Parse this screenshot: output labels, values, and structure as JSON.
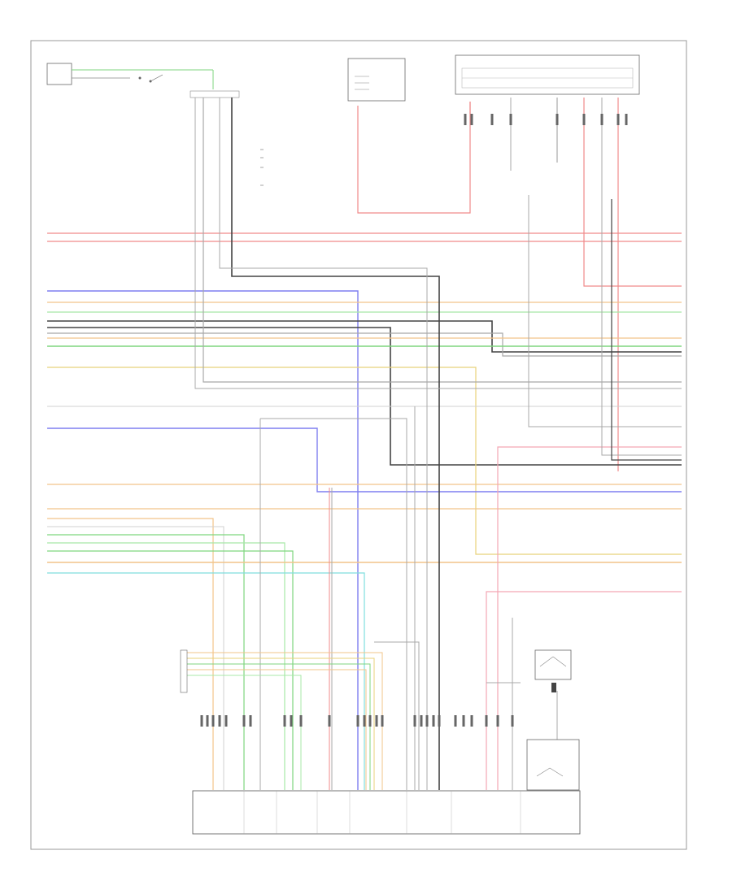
{
  "footer": {
    "module_title": "",
    "module_subtitle": "",
    "sheet_code": ""
  },
  "colors": {
    "red": "#f08a8a",
    "pink": "#f4a6b4",
    "orange": "#f2c48a",
    "yellow": "#e8d27a",
    "green": "#7fd67f",
    "light_green": "#a8e8a8",
    "blue": "#7f7ff0",
    "light_blue": "#a7c5f2",
    "cyan": "#7fdede",
    "black": "#444444",
    "gray": "#a8a8a8",
    "light_gray": "#d0d0d0",
    "frame": "#999999"
  },
  "wires": [
    {
      "id": "w1",
      "color": "red"
    },
    {
      "id": "w2",
      "color": "pink"
    },
    {
      "id": "w3",
      "color": "blue"
    },
    {
      "id": "w4",
      "color": "orange"
    },
    {
      "id": "w5",
      "color": "light_green"
    },
    {
      "id": "w6",
      "color": "black"
    },
    {
      "id": "w7",
      "color": "gray"
    },
    {
      "id": "w8",
      "color": "orange"
    },
    {
      "id": "w9",
      "color": "green"
    },
    {
      "id": "w10",
      "color": "yellow"
    },
    {
      "id": "w11",
      "color": "gray"
    },
    {
      "id": "w12",
      "color": "blue"
    },
    {
      "id": "w13",
      "color": "orange"
    },
    {
      "id": "w14",
      "color": "orange"
    },
    {
      "id": "w15",
      "color": "light_gray"
    },
    {
      "id": "w16",
      "color": "green"
    },
    {
      "id": "w17",
      "color": "green"
    },
    {
      "id": "w18",
      "color": "orange"
    },
    {
      "id": "w19",
      "color": "cyan"
    },
    {
      "id": "w20",
      "color": "red"
    }
  ]
}
